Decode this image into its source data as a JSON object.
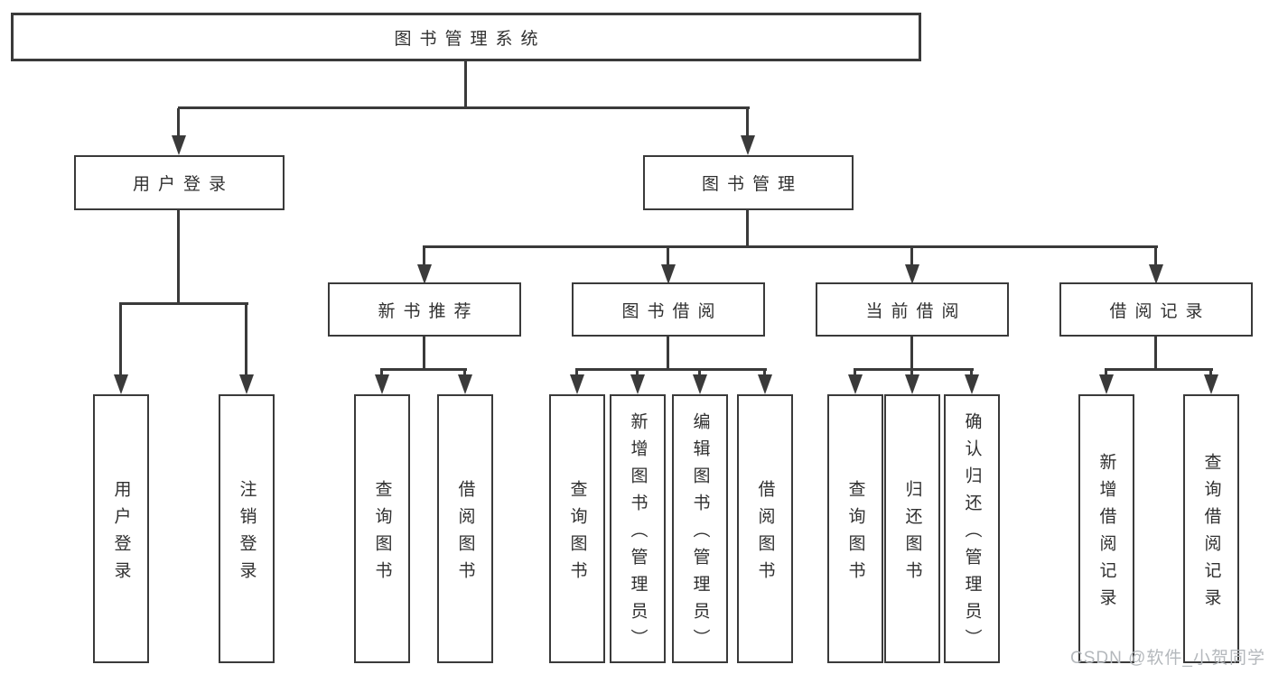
{
  "diagram": {
    "root": {
      "label": "图书管理系统"
    },
    "level2": [
      {
        "label": "用户登录"
      },
      {
        "label": "图书管理"
      }
    ],
    "level3": [
      {
        "label": "新书推荐"
      },
      {
        "label": "图书借阅"
      },
      {
        "label": "当前借阅"
      },
      {
        "label": "借阅记录"
      }
    ],
    "leaves": [
      {
        "label": "用户登录"
      },
      {
        "label": "注销登录"
      },
      {
        "label": "查询图书"
      },
      {
        "label": "借阅图书"
      },
      {
        "label": "查询图书"
      },
      {
        "label": "新增图书（管理员）"
      },
      {
        "label": "编辑图书（管理员）"
      },
      {
        "label": "借阅图书"
      },
      {
        "label": "查询图书"
      },
      {
        "label": "归还图书"
      },
      {
        "label": "确认归还（管理员）"
      },
      {
        "label": "新增借阅记录"
      },
      {
        "label": "查询借阅记录"
      }
    ]
  },
  "watermark": {
    "text": "CSDN @软件_小贺同学"
  },
  "colors": {
    "line": "#3a3a3a",
    "box_border": "#3a3a3a",
    "text": "#303030",
    "background": "#ffffff",
    "watermark": "#b4b8bc"
  }
}
